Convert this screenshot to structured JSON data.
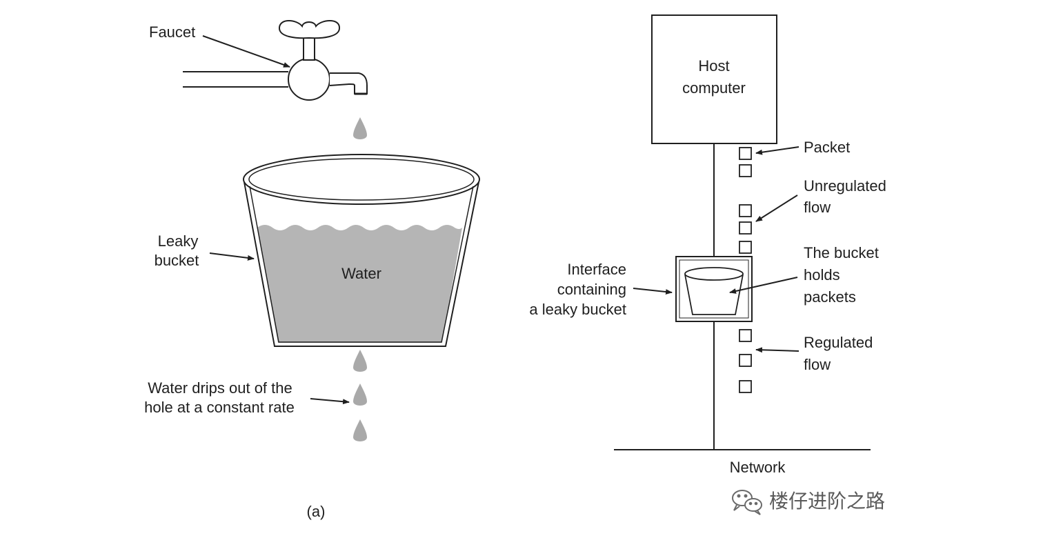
{
  "left_figure": {
    "labels": {
      "faucet": "Faucet",
      "leaky_bucket_line1": "Leaky",
      "leaky_bucket_line2": "bucket",
      "water": "Water",
      "drips_line1": "Water drips out of the",
      "drips_line2": "hole at a constant rate"
    },
    "caption": "(a)"
  },
  "right_figure": {
    "labels": {
      "host_line1": "Host",
      "host_line2": "computer",
      "packet": "Packet",
      "unregulated_line1": "Unregulated",
      "unregulated_line2": "flow",
      "bucket_holds_line1": "The bucket",
      "bucket_holds_line2": "holds",
      "bucket_holds_line3": "packets",
      "interface_line1": "Interface",
      "interface_line2": "containing",
      "interface_line3": "a leaky bucket",
      "regulated_line1": "Regulated",
      "regulated_line2": "flow",
      "network": "Network"
    }
  },
  "watermark": {
    "text": "楼仔进阶之路",
    "icon": "wechat-icon"
  },
  "colors": {
    "ink": "#1f1f1f",
    "water": "#b5b5b5",
    "drop": "#a9a9a9",
    "watermark": "#5a5a5a"
  }
}
